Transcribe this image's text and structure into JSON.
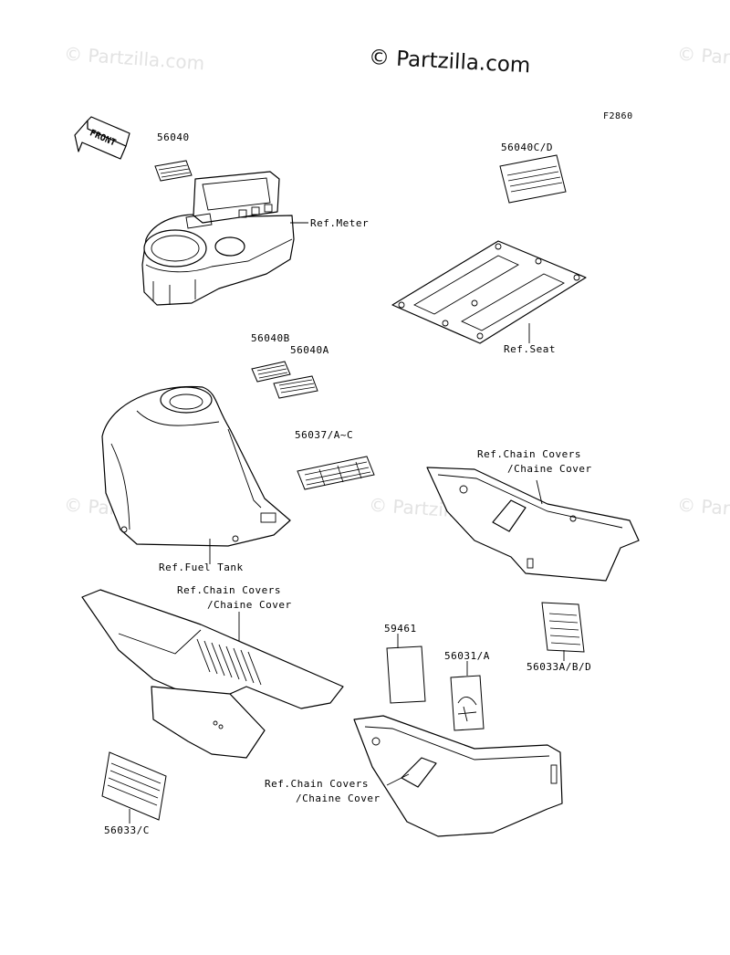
{
  "watermark": {
    "text": "© Partzilla.com"
  },
  "figure_code": "F2860",
  "front_label": "FRONT",
  "part_numbers": {
    "p56040": "56040",
    "p56040cd": "56040C/D",
    "p56040b": "56040B",
    "p56040a": "56040A",
    "p56037": "56037/A~C",
    "p59461": "59461",
    "p56031": "56031/A",
    "p56033abd": "56033A/B/D",
    "p56033c": "56033/C"
  },
  "references": {
    "meter": "Ref.Meter",
    "seat": "Ref.Seat",
    "fuel_tank": "Ref.Fuel Tank",
    "chain_covers_1_line1": "Ref.Chain Covers",
    "chain_covers_1_line2": "/Chaine Cover",
    "chain_covers_2_line1": "Ref.Chain Covers",
    "chain_covers_2_line2": "/Chaine Cover",
    "chain_covers_3_line1": "Ref.Chain Covers",
    "chain_covers_3_line2": "/Chaine Cover"
  }
}
